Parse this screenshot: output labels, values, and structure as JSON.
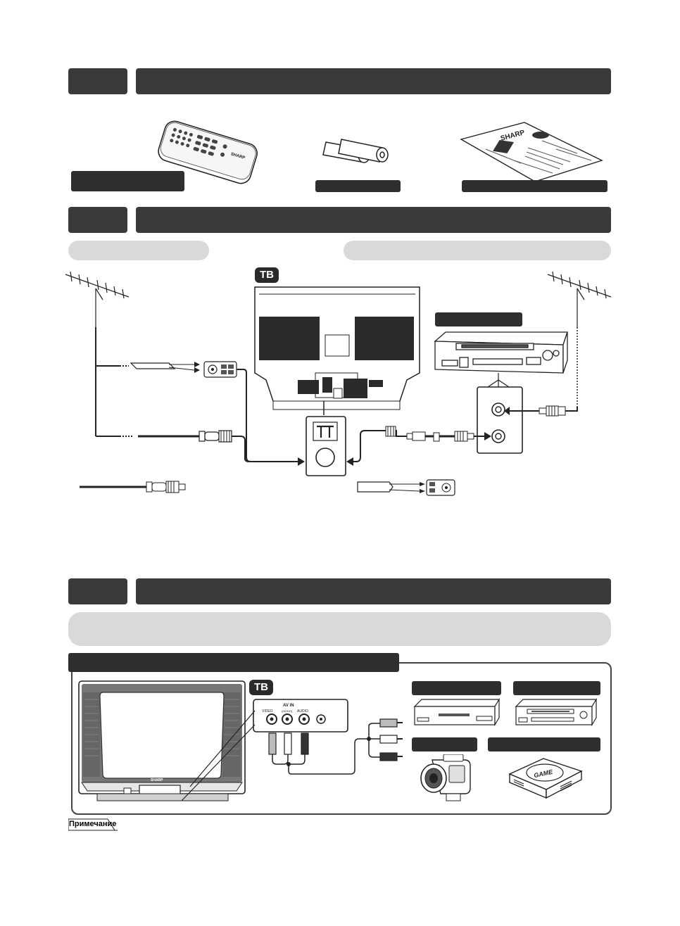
{
  "page": {
    "tv_label_top": "ТВ",
    "tv_label_bottom": "ТВ",
    "note_label": "Примечание",
    "remote_brand": "SHARP",
    "leaflet_brand": "SHARP",
    "tv_brand": "SHARP",
    "game_label": "GAME",
    "av_panel": {
      "av_in_label": "AV IN",
      "video_label": "VIDEO",
      "audio_label": "AUDIO",
      "mono_label": "(MONO)"
    }
  },
  "colors": {
    "section_bar": "#3a3a3a",
    "pill": "#d9d9d9",
    "label_box": "#2f2f2f",
    "line": "#1a1a1a"
  }
}
